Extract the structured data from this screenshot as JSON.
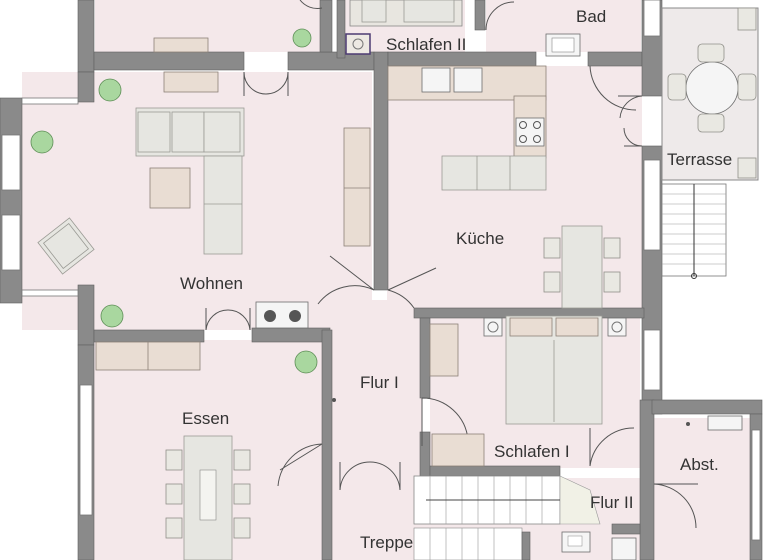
{
  "plan": {
    "rooms": {
      "bad": "Bad",
      "schlafen_ii": "Schlafen II",
      "terrasse": "Terrasse",
      "wohnen": "Wohnen",
      "kueche": "Küche",
      "flur_i": "Flur I",
      "essen": "Essen",
      "schlafen_i": "Schlafen I",
      "abst": "Abst.",
      "flur_ii": "Flur II",
      "treppe": "Treppe"
    }
  }
}
